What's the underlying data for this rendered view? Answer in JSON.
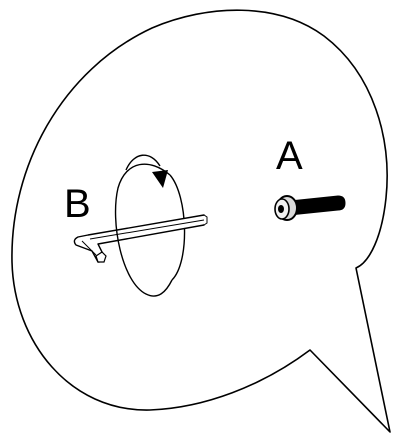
{
  "diagram": {
    "parts": [
      {
        "id": "A",
        "label": "A",
        "item": "socket-head-bolt"
      },
      {
        "id": "B",
        "label": "B",
        "item": "hex-key"
      }
    ],
    "rotation_hint": "rotate-clockwise",
    "colors": {
      "ink": "#000000",
      "paper": "#ffffff",
      "bolt_body": "#000000",
      "key_fill": "#ffffff"
    }
  }
}
